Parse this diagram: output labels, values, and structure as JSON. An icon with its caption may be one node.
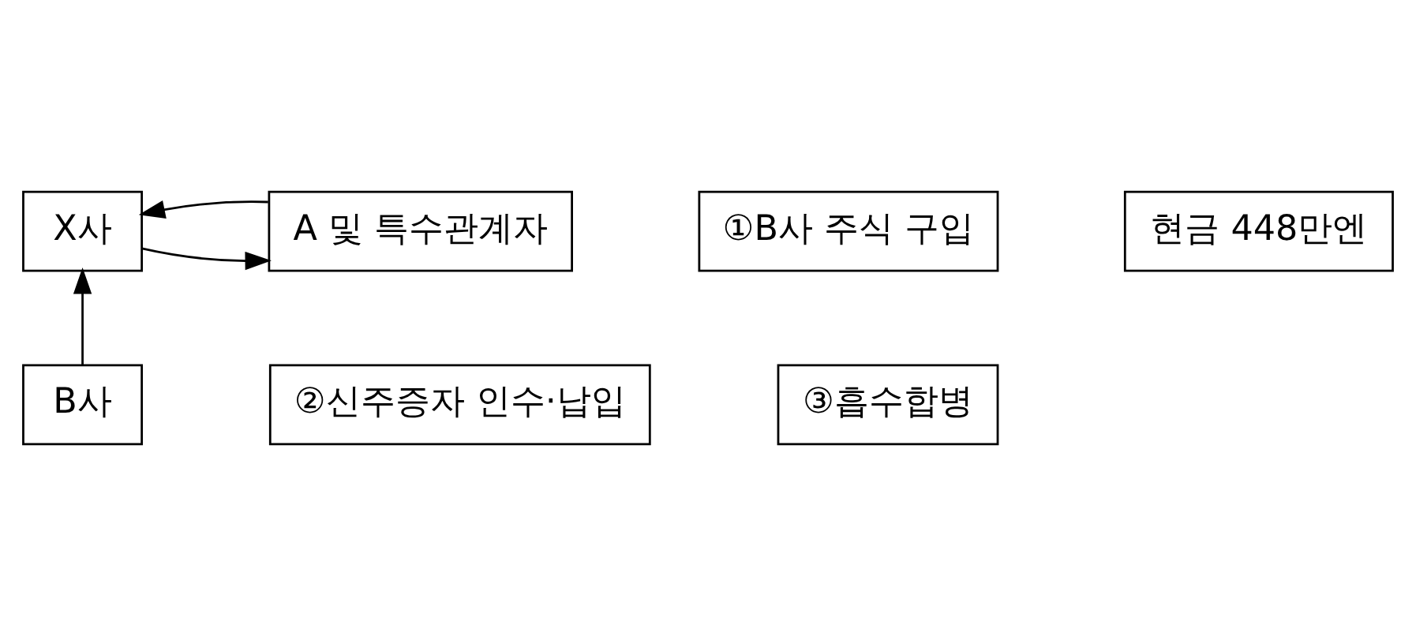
{
  "diagram": {
    "nodes": [
      {
        "text": [
          "X사"
        ]
      },
      {
        "text": [
          "A 및 특수관계자"
        ]
      },
      {
        "text": [
          "B사"
        ]
      },
      {
        "text": [
          "①B사 주식 구입"
        ]
      },
      {
        "text": [
          "현금 448만엔"
        ]
      },
      {
        "text": [
          "②신주증자 인수·납입"
        ]
      },
      {
        "text": [
          "③흡수합병"
        ]
      }
    ],
    "edges": [
      {
        "from": 1,
        "to": 0,
        "arrow": "to"
      },
      {
        "from": 0,
        "to": 1,
        "arrow": "to"
      },
      {
        "from": 2,
        "to": 0,
        "arrow": "to"
      }
    ]
  }
}
